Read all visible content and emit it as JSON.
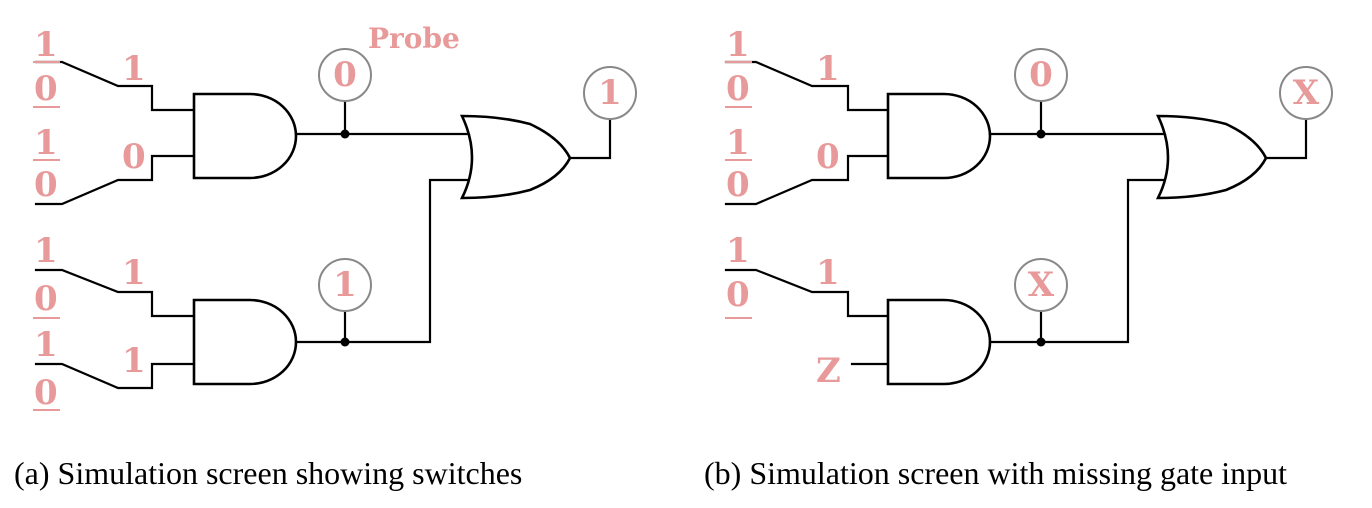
{
  "colors": {
    "signal_label": "#e89a9a",
    "wire": "#000000",
    "probe_outline": "#888888"
  },
  "panel_a": {
    "probe_label": "Probe",
    "switch_labels": [
      "1",
      "0",
      "1",
      "0",
      "1",
      "0",
      "1",
      "0"
    ],
    "gate_inputs": [
      "1",
      "0",
      "1",
      "1"
    ],
    "probes": [
      "0",
      "1",
      "1"
    ],
    "caption": "(a) Simulation screen showing switches"
  },
  "panel_b": {
    "switch_labels": [
      "1",
      "0",
      "1",
      "0",
      "1",
      "0"
    ],
    "gate_inputs": [
      "1",
      "0",
      "1"
    ],
    "missing_input": "Z",
    "probes": [
      "0",
      "X",
      "X"
    ],
    "caption": "(b) Simulation screen with missing gate input"
  }
}
